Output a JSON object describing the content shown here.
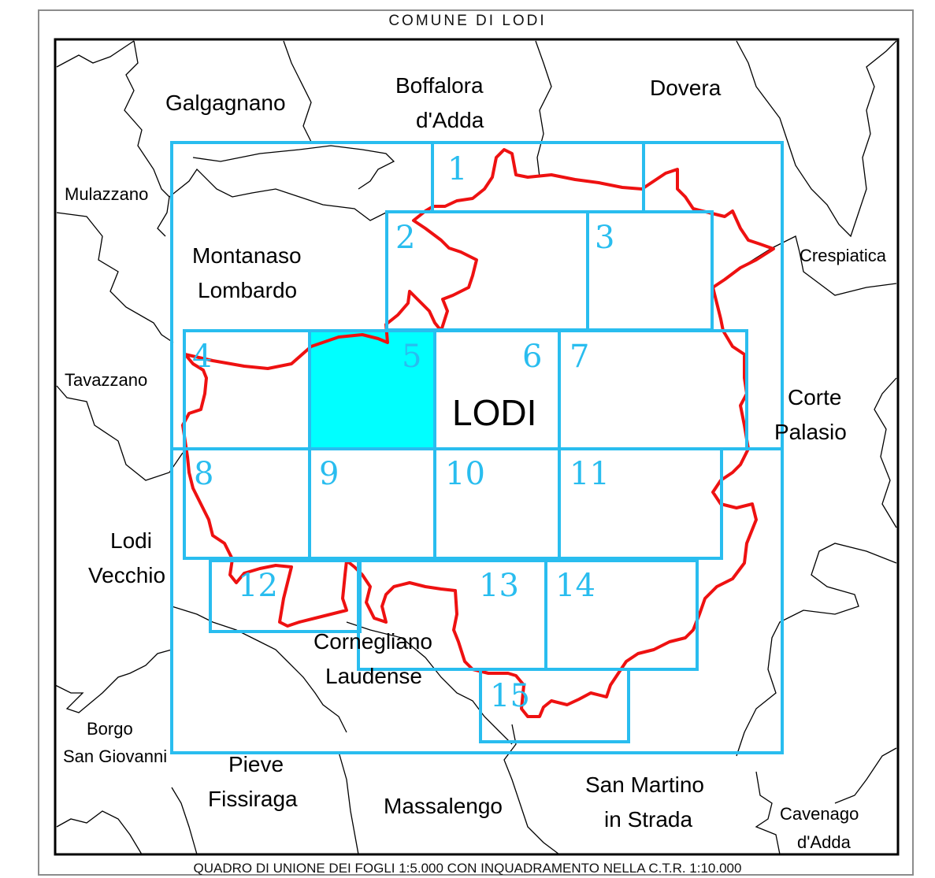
{
  "map": {
    "title": "COMUNE DI LODI",
    "footer": "QUADRO DI UNIONE DEI FOGLI 1:5.000 CON INQUADRAMENTO NELLA C.T.R. 1:10.000",
    "city_label": "LODI",
    "colors": {
      "sheet_outline": "#29bdef",
      "sheet_number": "#29bdef",
      "highlight_fill": "#00ffff",
      "comune_boundary": "#ee1111",
      "municipal_boundary": "#000000"
    },
    "highlighted_sheet": "5",
    "sheets": [
      "1",
      "2",
      "3",
      "4",
      "5",
      "6",
      "7",
      "8",
      "9",
      "10",
      "11",
      "12",
      "13",
      "14",
      "15"
    ],
    "municipalities": [
      {
        "id": "galgagnano",
        "lines": [
          "Galgagnano"
        ]
      },
      {
        "id": "boffalora",
        "lines": [
          "Boffalora",
          "d'Adda"
        ]
      },
      {
        "id": "dovera",
        "lines": [
          "Dovera"
        ]
      },
      {
        "id": "mulazzano",
        "lines": [
          "Mulazzano"
        ]
      },
      {
        "id": "montanaso",
        "lines": [
          "Montanaso",
          "Lombardo"
        ]
      },
      {
        "id": "crespiatica",
        "lines": [
          "Crespiatica"
        ]
      },
      {
        "id": "tavazzano",
        "lines": [
          "Tavazzano"
        ]
      },
      {
        "id": "corte-palasio",
        "lines": [
          "Corte",
          "Palasio"
        ]
      },
      {
        "id": "lodi-vecchio",
        "lines": [
          "Lodi",
          "Vecchio"
        ]
      },
      {
        "id": "cornegliano",
        "lines": [
          "Cornegliano",
          "Laudense"
        ]
      },
      {
        "id": "borgo",
        "lines": [
          "Borgo",
          "San Giovanni"
        ]
      },
      {
        "id": "pieve",
        "lines": [
          "Pieve",
          "Fissiraga"
        ]
      },
      {
        "id": "massalengo",
        "lines": [
          "Massalengo"
        ]
      },
      {
        "id": "san-martino",
        "lines": [
          "San Martino",
          "in Strada"
        ]
      },
      {
        "id": "cavenago",
        "lines": [
          "Cavenago",
          "d'Adda"
        ]
      }
    ]
  }
}
